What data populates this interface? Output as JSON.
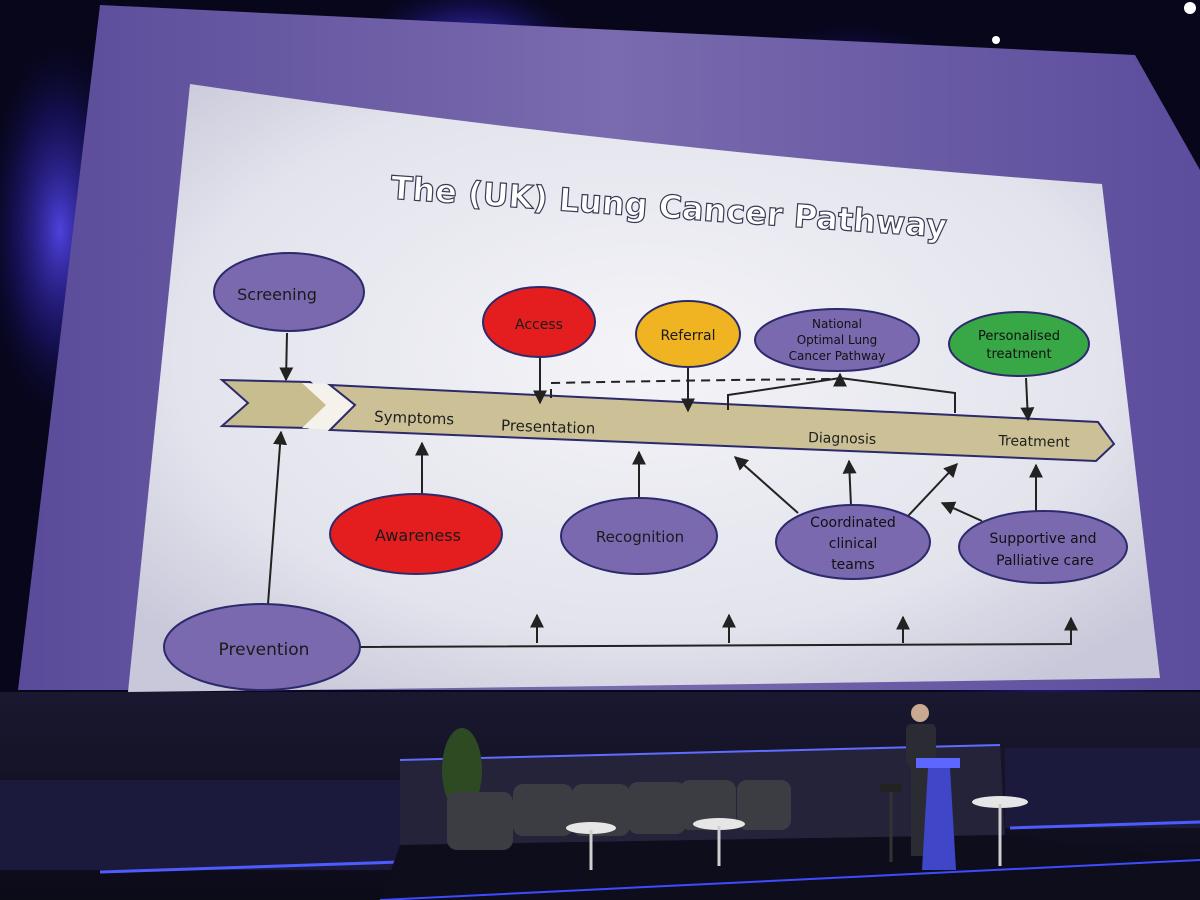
{
  "slide": {
    "title": "The (UK) Lung Cancer Pathway",
    "pathway_stages": {
      "symptoms": "Symptoms",
      "presentation": "Presentation",
      "diagnosis": "Diagnosis",
      "treatment": "Treatment"
    },
    "nodes": {
      "screening": "Screening",
      "access": "Access",
      "referral": "Referral",
      "national_pathway": [
        "National",
        "Optimal Lung",
        "Cancer Pathway"
      ],
      "personalised_treatment": [
        "Personalised",
        "treatment"
      ],
      "awareness": "Awareness",
      "recognition": "Recognition",
      "coordinated_teams": [
        "Coordinated",
        "clinical",
        "teams"
      ],
      "supportive_care": [
        "Supportive and",
        "Palliative care"
      ],
      "prevention": "Prevention"
    }
  },
  "colors": {
    "slide_background": "#e6e8f0",
    "node_purple": "#7b69b0",
    "node_red": "#e41e1e",
    "node_yellow": "#f0b322",
    "node_green": "#38a746",
    "node_outline": "#2c2a6b",
    "pathway_arrow": "#ccc196",
    "stage_lights": "#3a2fd6"
  }
}
